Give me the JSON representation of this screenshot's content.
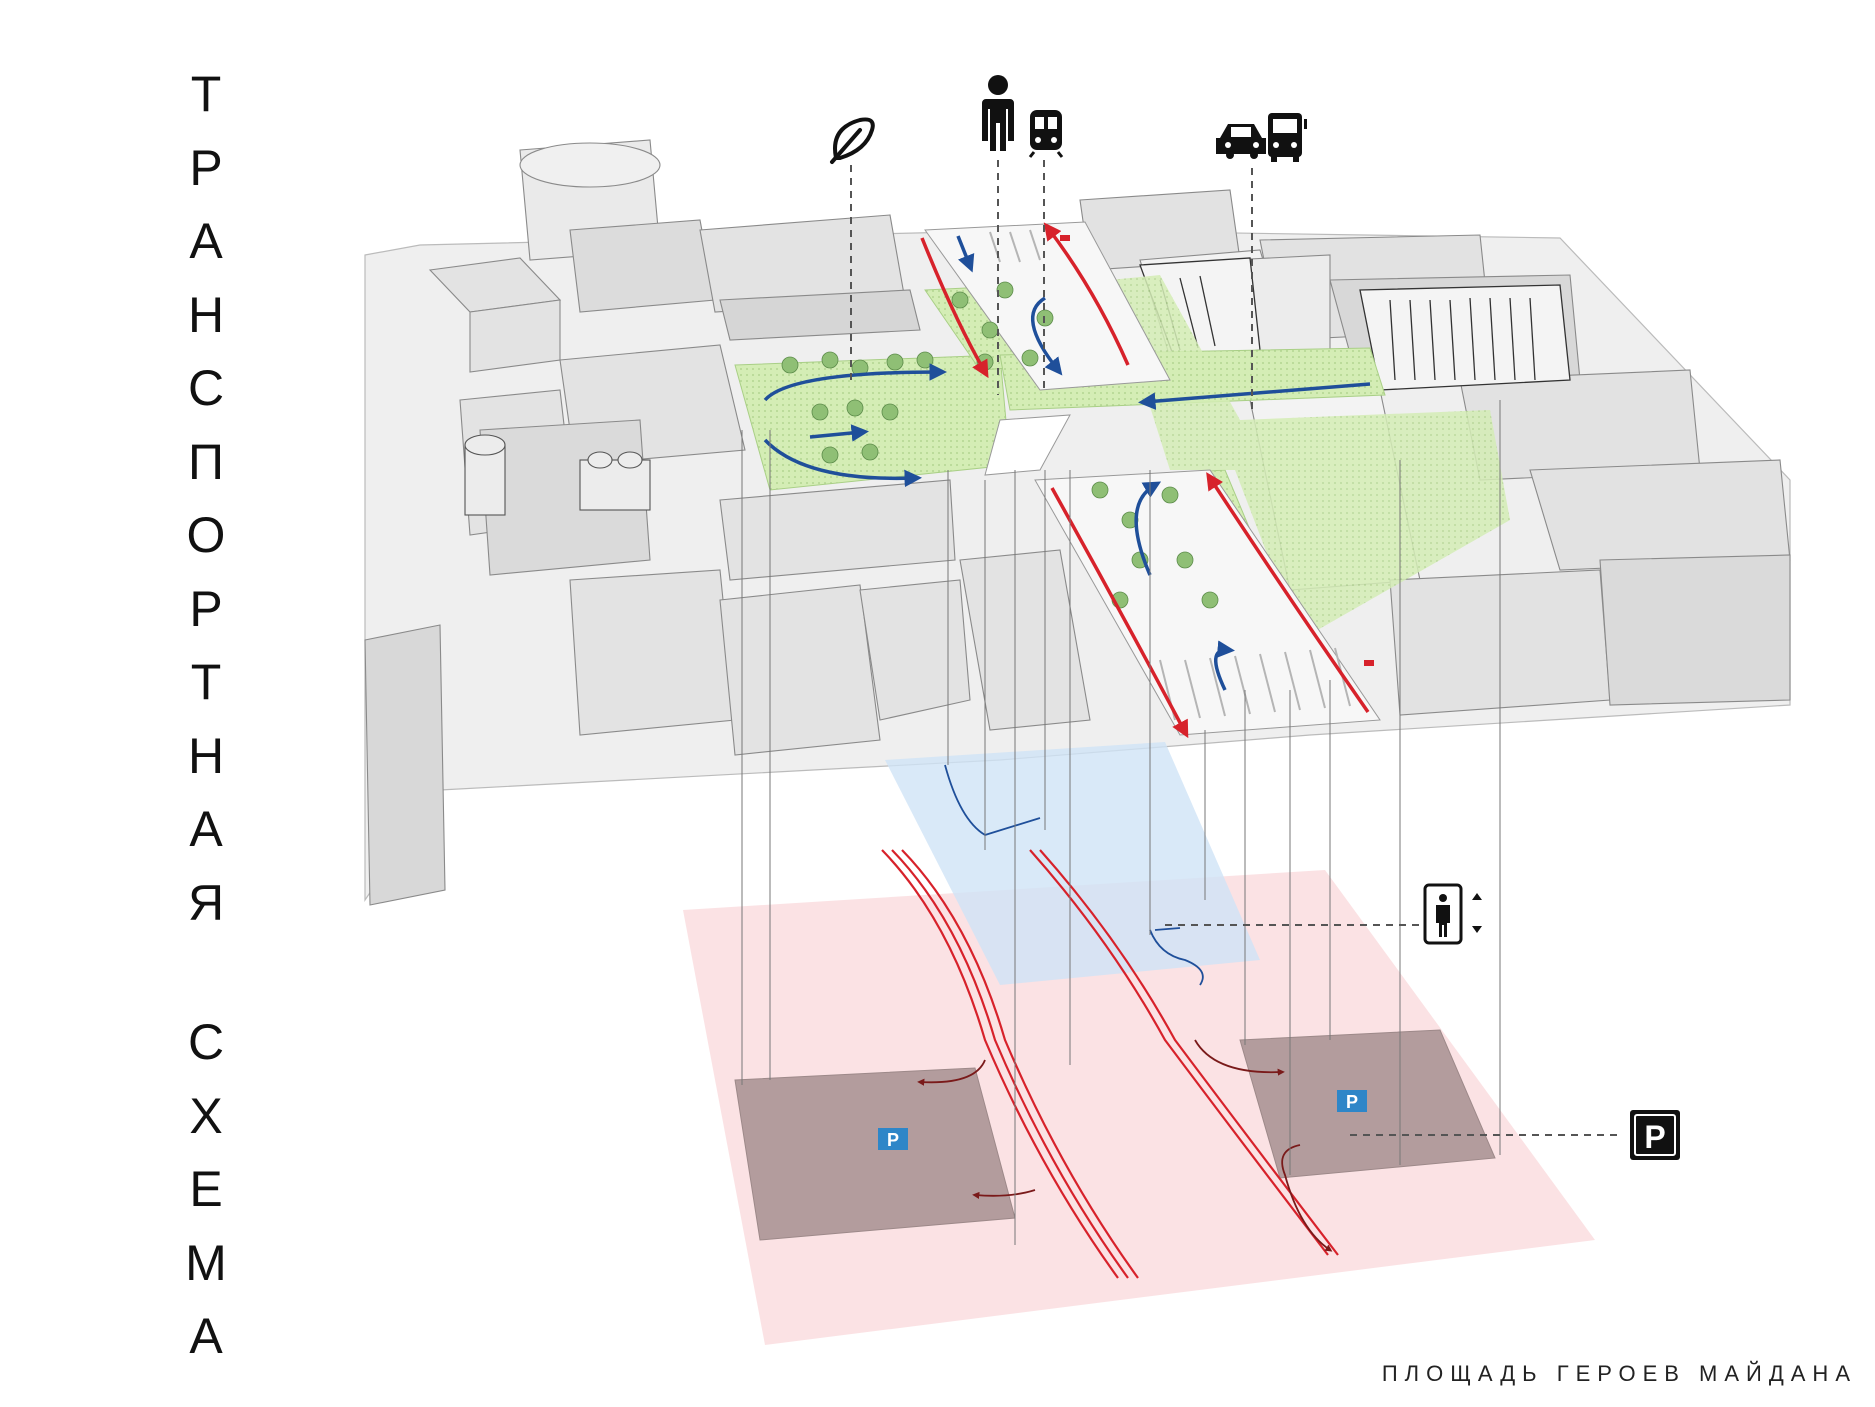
{
  "title_word1": [
    "Т",
    "Р",
    "А",
    "Н",
    "С",
    "П",
    "О",
    "Р",
    "Т",
    "Н",
    "А",
    "Я"
  ],
  "title_word2": [
    "С",
    "Х",
    "Е",
    "М",
    "А"
  ],
  "footer_caption": "ПЛОЩАДЬ ГЕРОЕВ МАЙДАНА",
  "parking_label": "P",
  "colors": {
    "green_zone": "#d4edb5",
    "pedestrian_flow": "#1f4f9a",
    "road_lane": "#d7222b",
    "underground_pink": "#f9d6d8",
    "underground_blue": "#cfe3f6",
    "parking_slab": "#8d7878",
    "parking_sign": "#2e86c8"
  },
  "legend": {
    "top_icons": [
      "leaf-icon",
      "pedestrian-icon",
      "train-icon",
      "car-icon",
      "bus-icon"
    ],
    "side_icons": [
      "elevator-icon",
      "parking-icon"
    ]
  }
}
